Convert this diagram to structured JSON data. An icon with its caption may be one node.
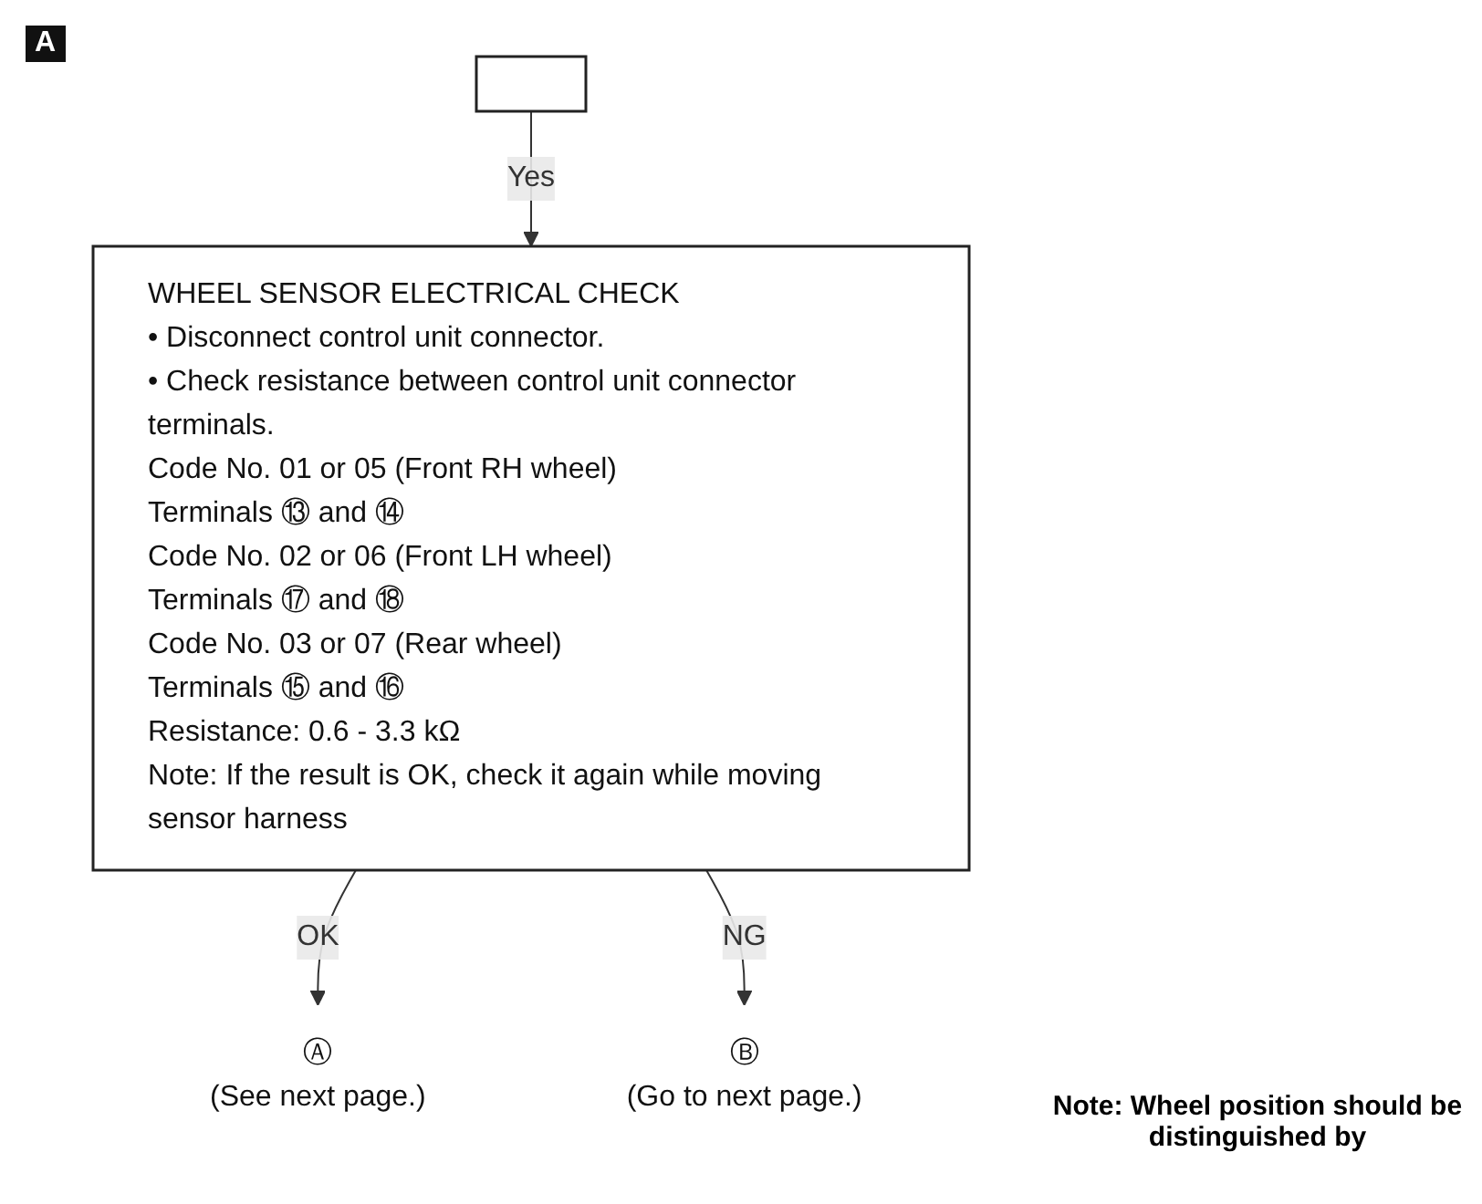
{
  "diagram": {
    "nodes": [
      {
        "text": [],
        "shape": "box"
      },
      {
        "text": [
          "WHEEL SENSOR ELECTRICAL CHECK",
          "• Disconnect control unit connector.",
          "• Check resistance between control unit connector terminals.",
          "Code No. 01 or 05 (Front RH wheel)",
          "Terminals ⑬ and ⑭",
          "Code No. 02 or 06 (Front LH wheel)",
          "Terminals ⑰ and ⑱",
          "Code No. 03 or 07 (Rear wheel)",
          "Terminals ⑮ and ⑯",
          "Resistance: 0.6 - 3.3 kΩ",
          "Note: If the result is OK, check it again while moving sensor harness"
        ]
      },
      {
        "text": [
          "Ⓐ"
        ],
        "beside": [
          "(See next page.)"
        ]
      },
      {
        "text": [
          "Ⓑ"
        ],
        "beside": [
          "(Go to next page.)"
        ]
      }
    ],
    "edges": [
      {
        "from": 0,
        "to": 1,
        "arrow": "to",
        "label": "Yes"
      },
      {
        "from": 1,
        "to": 2,
        "arrow": "to",
        "label": "OK"
      },
      {
        "from": 1,
        "to": 3,
        "arrow": "to",
        "label": "NG"
      }
    ],
    "labels": [
      "A",
      "Note: Wheel position should be distinguished by"
    ]
  }
}
